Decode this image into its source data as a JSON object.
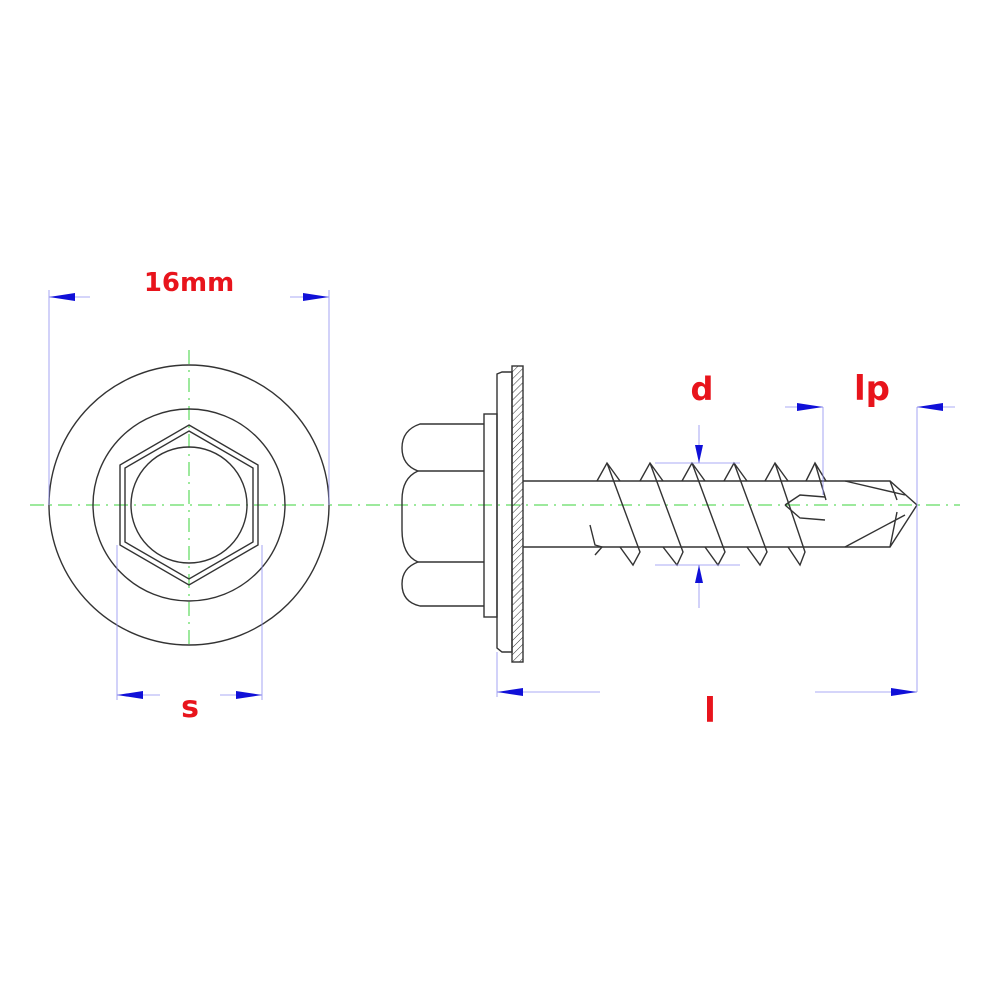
{
  "labels": {
    "outer_diameter": "16mm",
    "across_flats": "s",
    "thread_diameter": "d",
    "point_length": "lp",
    "length": "l"
  },
  "colors": {
    "label": "#e8141c",
    "arrow": "#1010d8",
    "centerline": "#3bd33b",
    "outline": "#333333"
  }
}
